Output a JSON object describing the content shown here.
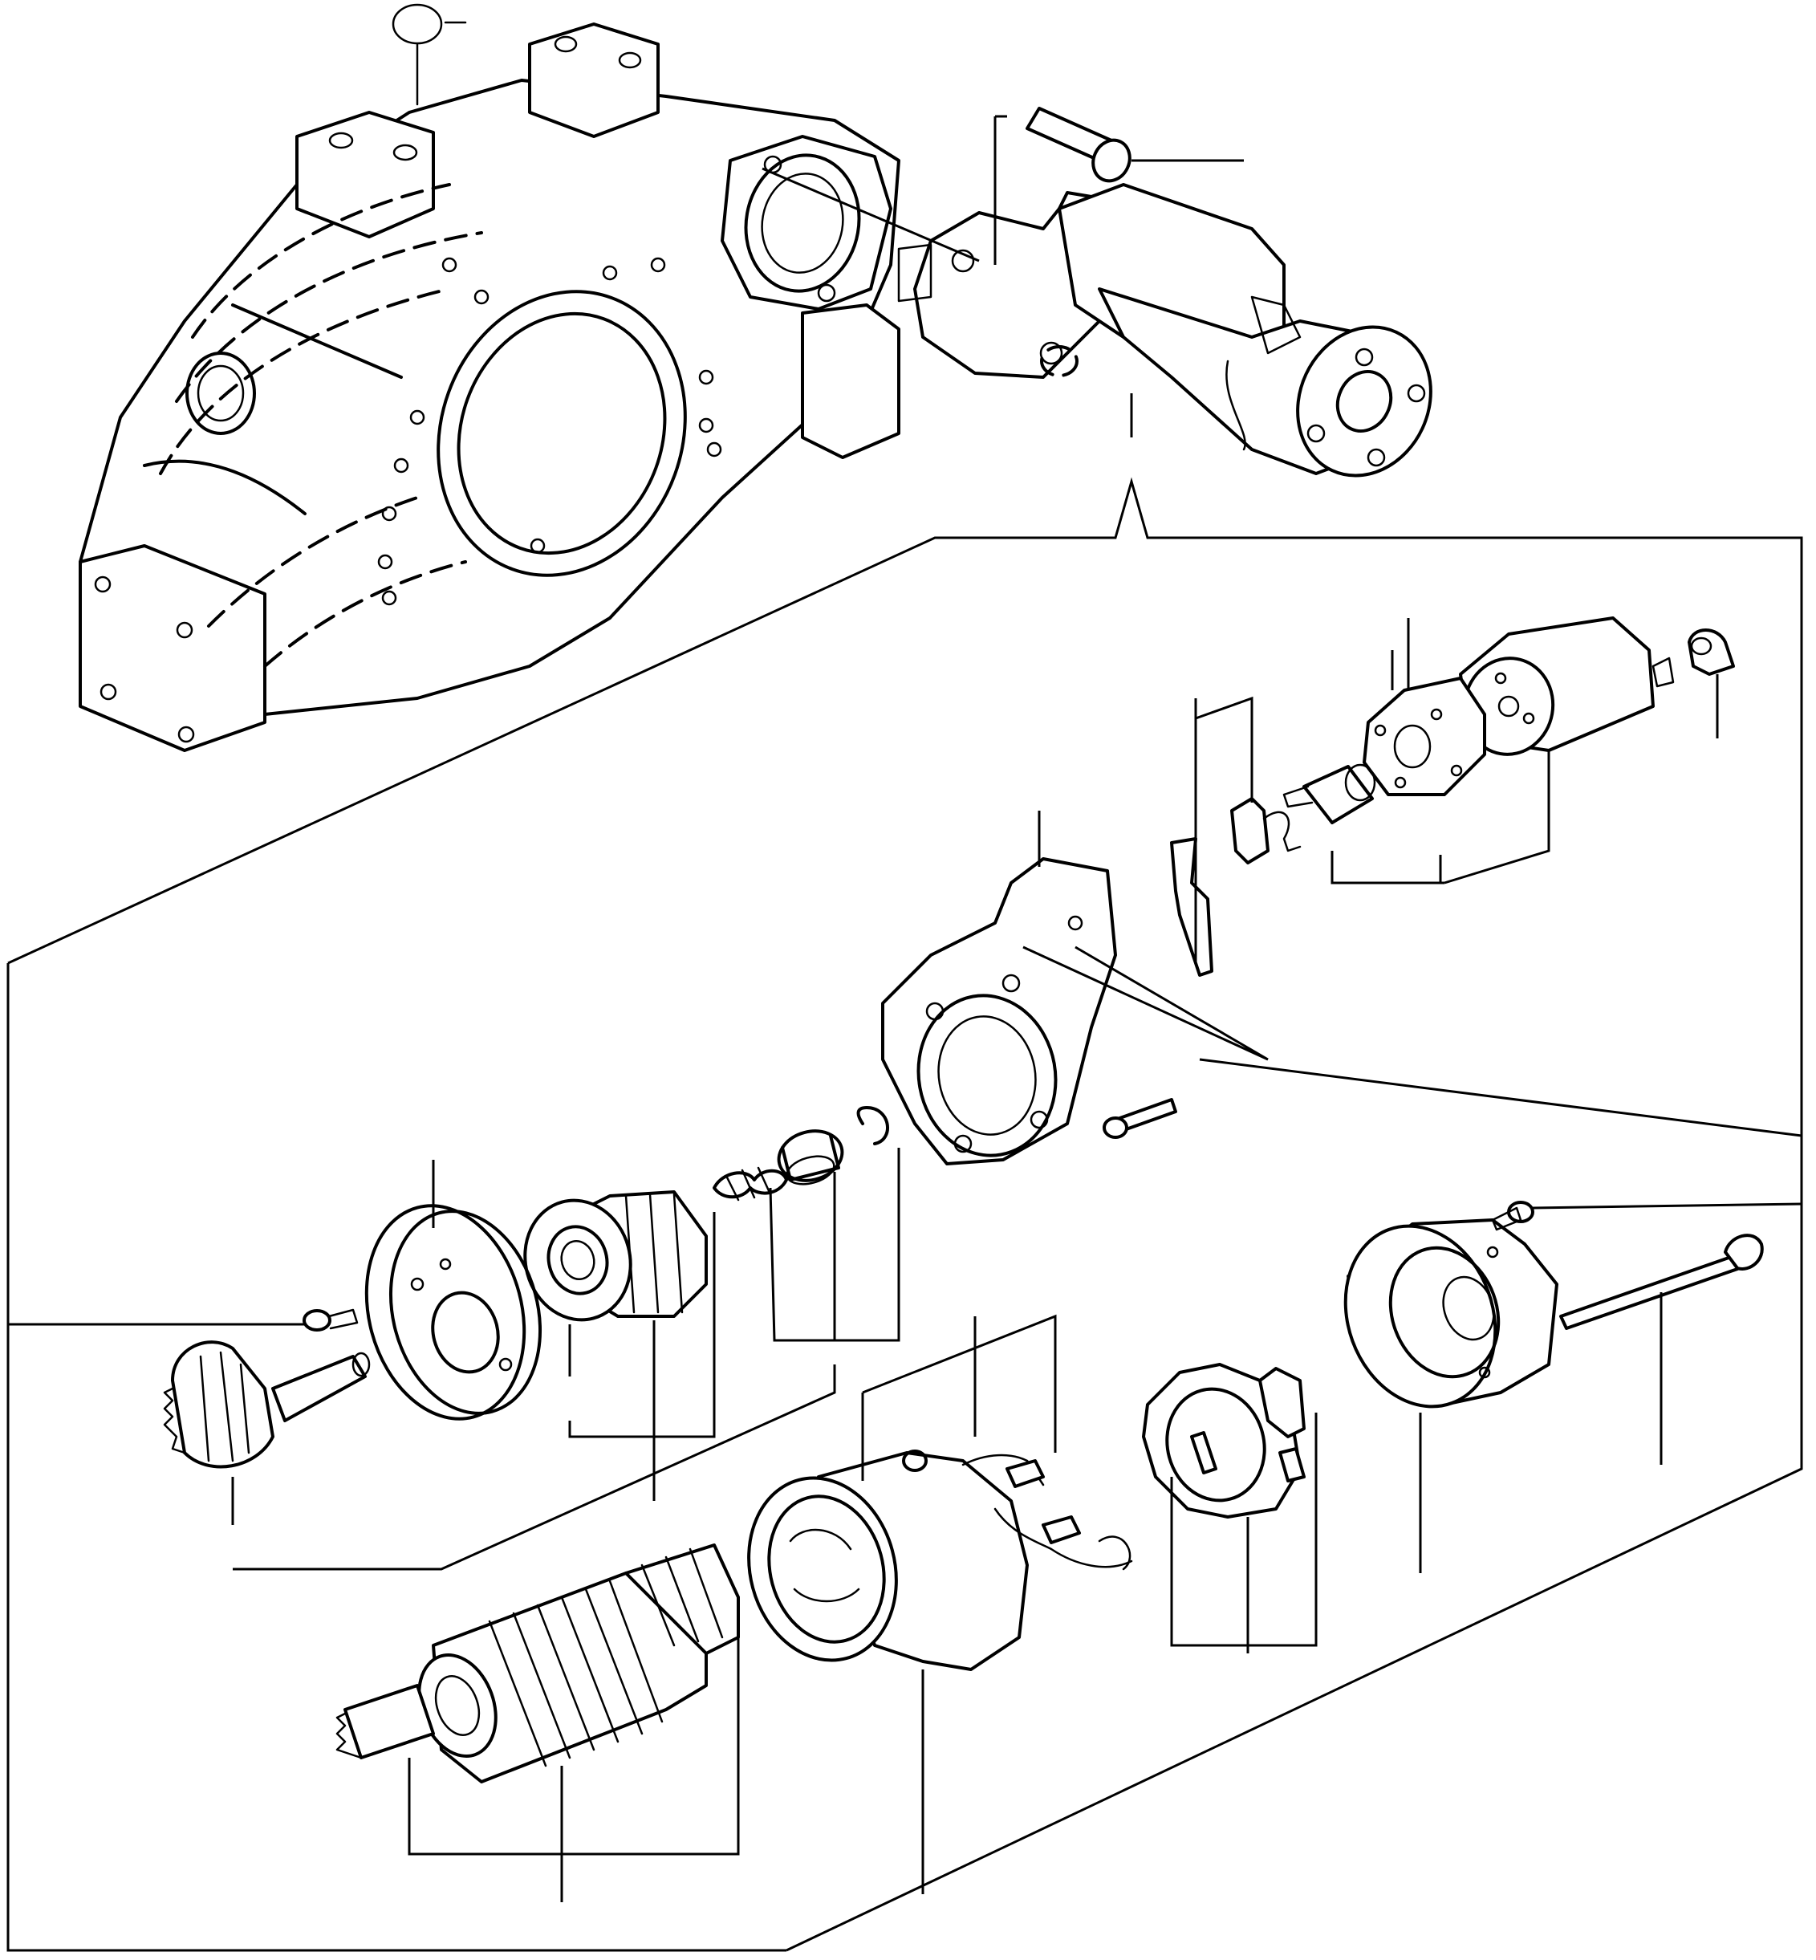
{
  "diagram": {
    "type": "exploded-parts-view",
    "subject_parts": [
      "flywheel-housing",
      "starter-motor-assembly",
      "mounting-bolt",
      "solenoid",
      "plunger",
      "shift-lever",
      "lever-spring",
      "drive-housing",
      "pinion-clutch",
      "spring",
      "stop-collar",
      "snap-ring",
      "planetary-gear-shaft",
      "gear-cover-plate",
      "armature",
      "field-frame-yoke",
      "brush-holder",
      "end-frame",
      "through-bolt",
      "screw",
      "terminal-cap"
    ],
    "reference_callout": ""
  }
}
